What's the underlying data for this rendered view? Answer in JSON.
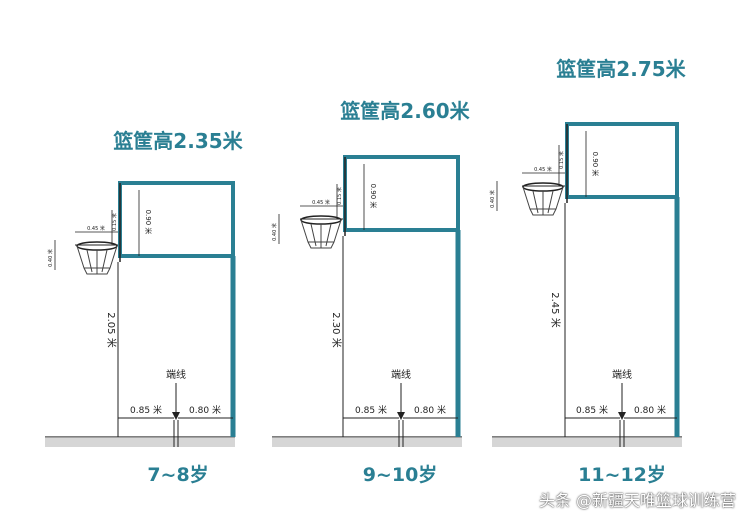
{
  "colors": {
    "accent": "#2a7f93",
    "line": "#222222",
    "ground": "#777777"
  },
  "panels": [
    {
      "title": "篮筐高2.35米",
      "age": "7~8岁",
      "backboard_height": "0.90 米",
      "rim_to_board": "0.45 米",
      "rim_offset": "0.15 米",
      "net_drop": "0.40 米",
      "pole_height": "2.05 米",
      "end_line": "端线",
      "left_dist": "0.85 米",
      "right_dist": "0.80 米"
    },
    {
      "title": "篮筐高2.60米",
      "age": "9~10岁",
      "backboard_height": "0.90 米",
      "rim_to_board": "0.45 米",
      "rim_offset": "0.15 米",
      "net_drop": "0.40 米",
      "pole_height": "2.30 米",
      "end_line": "端线",
      "left_dist": "0.85 米",
      "right_dist": "0.80 米"
    },
    {
      "title": "篮筐高2.75米",
      "age": "11~12岁",
      "backboard_height": "0.90 米",
      "rim_to_board": "0.45 米",
      "rim_offset": "0.15 米",
      "net_drop": "0.40 米",
      "pole_height": "2.45 米",
      "end_line": "端线",
      "left_dist": "0.85 米",
      "right_dist": "0.80 米"
    }
  ],
  "watermark": "头条 @新疆天唯篮球训练营"
}
